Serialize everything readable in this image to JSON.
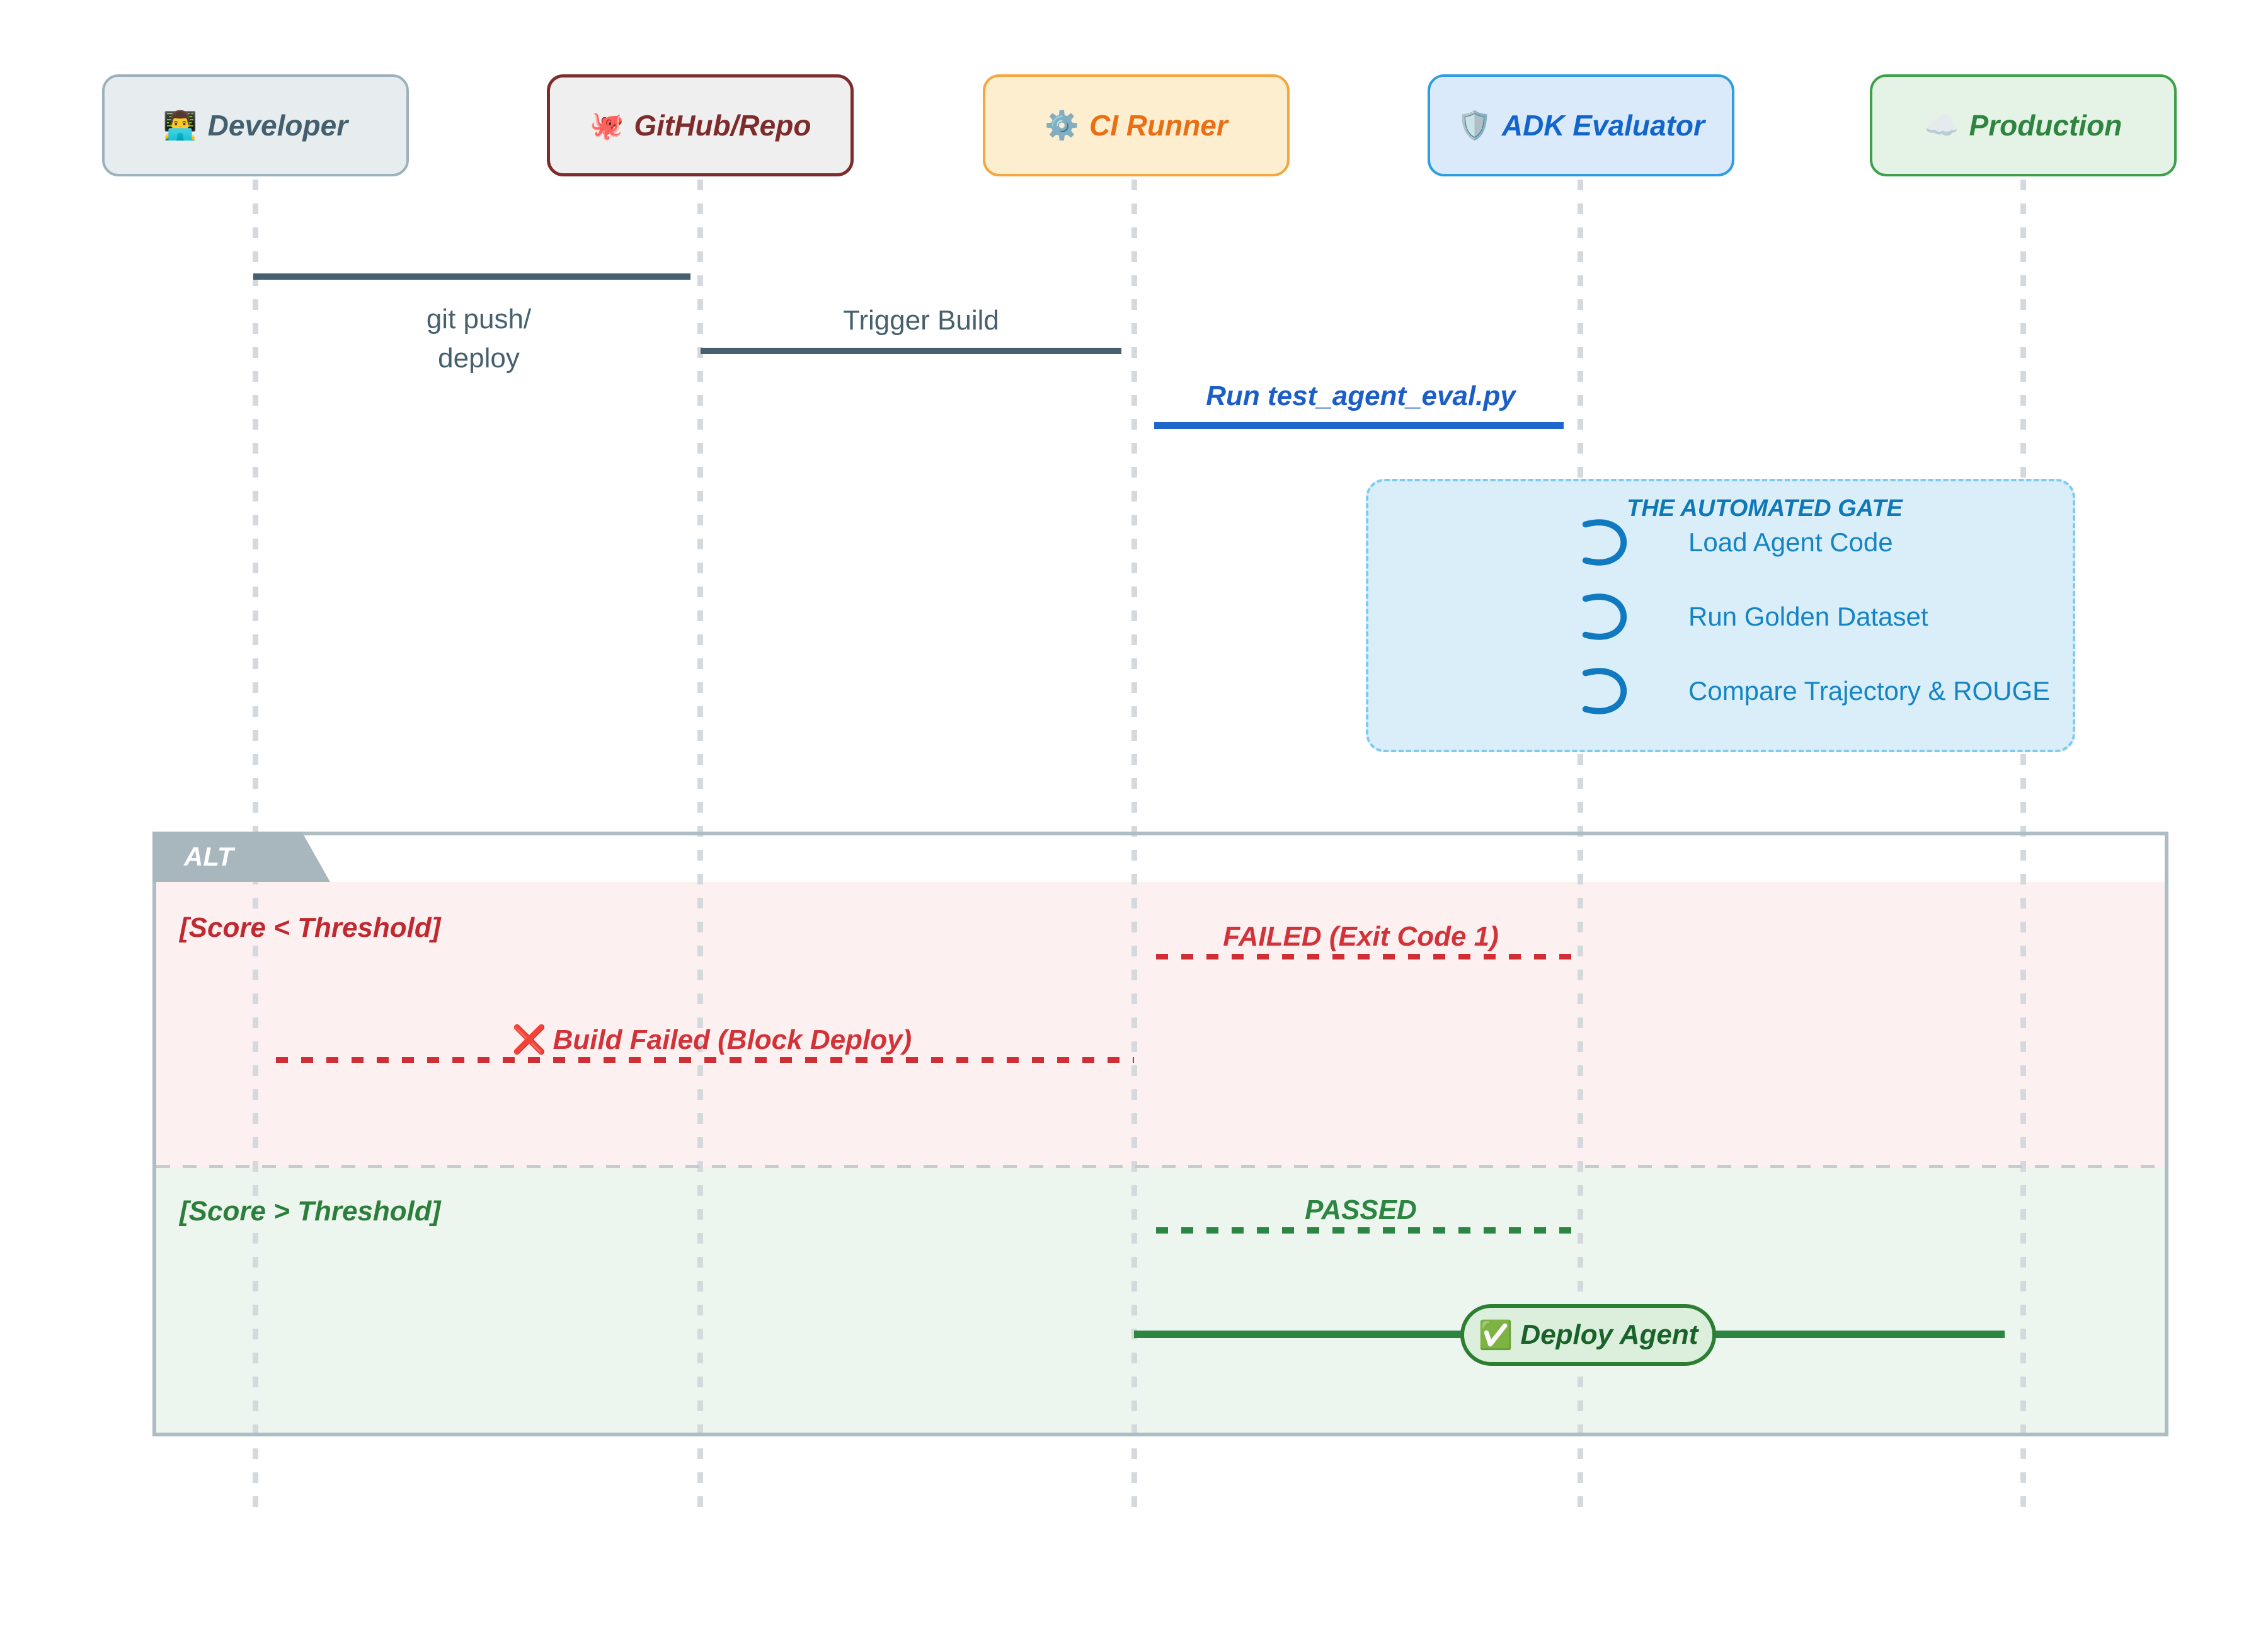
{
  "actors": [
    {
      "icon": "👨‍💻",
      "label": "Developer"
    },
    {
      "icon": "🐙",
      "label": "GitHub/Repo"
    },
    {
      "icon": "⚙️",
      "label": "CI Runner"
    },
    {
      "icon": "🛡️",
      "label": "ADK Evaluator"
    },
    {
      "icon": "☁️",
      "label": "Production"
    }
  ],
  "messages": {
    "git_push": {
      "line1": "git push/",
      "line2": "deploy"
    },
    "trigger_build": {
      "label": "Trigger Build"
    },
    "run_eval": {
      "label": "Run test_agent_eval.py"
    },
    "failed": {
      "label": "FAILED (Exit Code 1)"
    },
    "build_failed": {
      "icon": "❌",
      "label": "Build Failed (Block Deploy)"
    },
    "passed": {
      "label": "PASSED"
    },
    "deploy": {
      "icon": "✅",
      "label": "Deploy Agent"
    }
  },
  "note": {
    "title": "THE AUTOMATED GATE",
    "steps": [
      "Load Agent Code",
      "Run Golden Dataset",
      "Compare Trajectory & ROUGE"
    ]
  },
  "alt": {
    "label": "ALT",
    "fail_guard": "[Score < Threshold]",
    "pass_guard": "[Score > Threshold]"
  },
  "colors": {
    "developer": "#44606e",
    "github": "#7e2b2b",
    "ci_runner": "#ea6f14",
    "adk": "#1366c9",
    "production": "#2f8540",
    "message_dark": "#46606d",
    "message_blue": "#1b5ec6",
    "note_blue": "#1584c4",
    "note_title_blue": "#0f78b6",
    "fail_red": "#cf2f34",
    "pass_green": "#2c8540",
    "frame_gray": "#aebcc4",
    "tab_gray": "#a8b7be",
    "fail_bg": "#fdf0f1",
    "pass_bg": "#edf5ef",
    "note_bg": "#d9eef9"
  }
}
